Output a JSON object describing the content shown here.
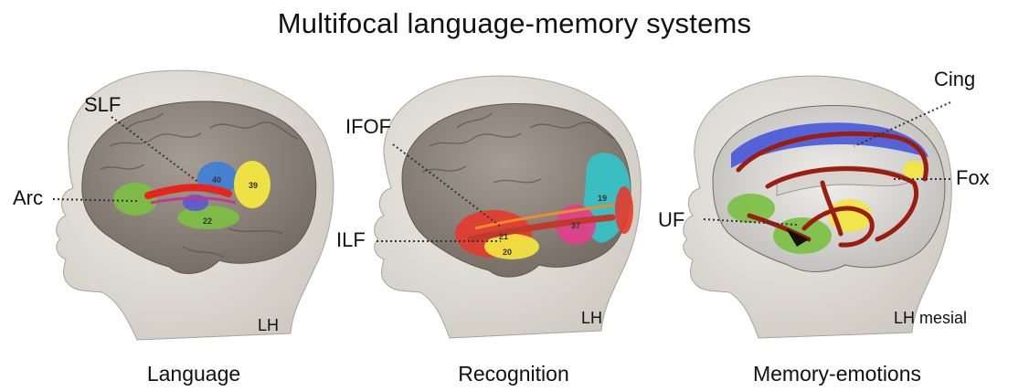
{
  "title": "Multifocal language-memory systems",
  "panels": [
    {
      "caption": "Language",
      "hemisphere": "LH",
      "tracts": [
        "SLF",
        "Arc"
      ],
      "areas": [
        "39",
        "40",
        "22"
      ]
    },
    {
      "caption": "Recognition",
      "hemisphere": "LH",
      "tracts": [
        "IFOF",
        "ILF"
      ],
      "areas": [
        "19",
        "37",
        "21",
        "20"
      ]
    },
    {
      "caption": "Memory-emotions",
      "hemisphere": "LH mesial",
      "tracts": [
        "Cing",
        "Fox",
        "UF"
      ]
    }
  ],
  "colors": {
    "skin": "#d9d6cf",
    "brain": "#8a8178",
    "tract": "#9b1d12",
    "arc": "#e8251c",
    "green": "#7bc043",
    "yellow": "#f2e640",
    "blue": "#3d7fd8",
    "cyan": "#35c3c8",
    "magenta": "#e0408c",
    "red": "#e63a2b",
    "purple": "#5a52d8"
  }
}
